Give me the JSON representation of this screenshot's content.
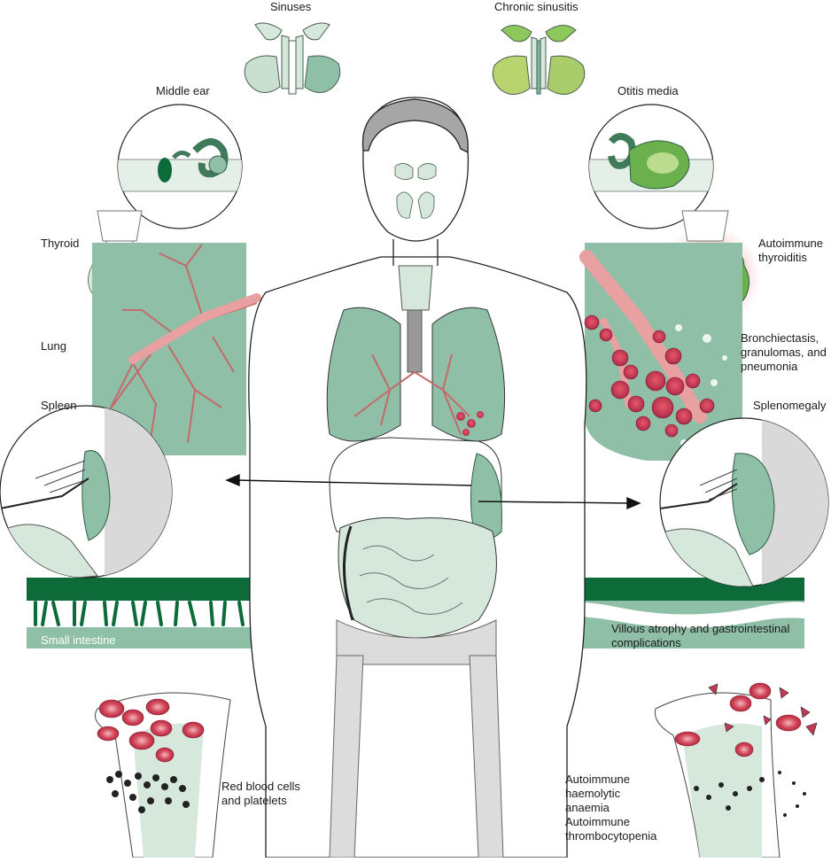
{
  "labels": {
    "sinuses": "Sinuses",
    "chronic_sinusitis": "Chronic sinusitis",
    "middle_ear": "Middle ear",
    "otitis_media": "Otitis media",
    "thyroid": "Thyroid",
    "autoimmune_thyroiditis": "Autoimmune thyroiditis",
    "lung": "Lung",
    "bronchiectasis": "Bronchiectasis, granulomas, and pneumonia",
    "spleen": "Spleen",
    "splenomegaly": "Splenomegaly",
    "small_intestine": "Small intestine",
    "villous_atrophy": "Villous atrophy and gastrointestinal complications",
    "rbc_platelets": "Red blood cells and platelets",
    "autoimmune_haemolytic_anaemia": "Autoimmune haemolytic anaemia",
    "autoimmune_thrombocytopenia": "Autoimmune thrombocytopenia"
  },
  "colors": {
    "tissue_green": "#8fbfa6",
    "light_green": "#d6e8dc",
    "dark_green": "#0d6b3a",
    "disease_green": "#6ab04c",
    "bronchi_pink": "#e8a0a0",
    "blood_red": "#d0485a",
    "bone_grey": "#dcdcdc",
    "outline": "#222222"
  }
}
